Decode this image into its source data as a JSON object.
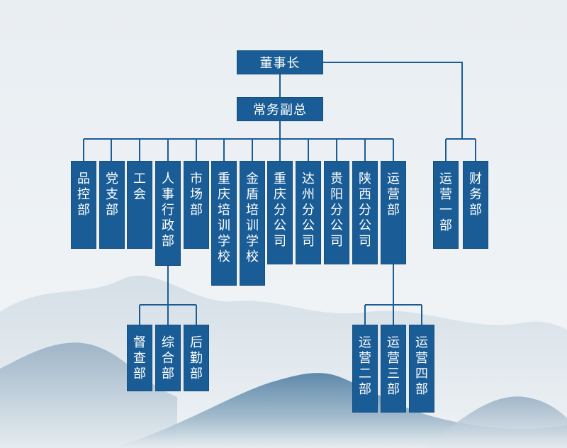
{
  "nodes": {
    "chairman": "董事长",
    "vp": "常务副总",
    "pinkong": "品控部",
    "dangzhi": "党支部",
    "gonghui": "工会",
    "renshi": "人事行政部",
    "shichang": "市场部",
    "cqpx": "重庆培训学校",
    "jdpx": "金盾培训学校",
    "cqfgs": "重庆分公司",
    "dzfgs": "达州分公司",
    "gyfgs": "贵阳分公司",
    "sxfgs": "陕西分公司",
    "yunying": "运营部",
    "yy1": "运营一部",
    "caiwu": "财务部",
    "ducha": "督查部",
    "zonghe": "综合部",
    "houqin": "后勤部",
    "yy2": "运营二部",
    "yy3": "运营三部",
    "yy4": "运营四部"
  },
  "colors": {
    "box": "#1a5d96",
    "line": "#1a5d96",
    "text": "#ffffff"
  }
}
